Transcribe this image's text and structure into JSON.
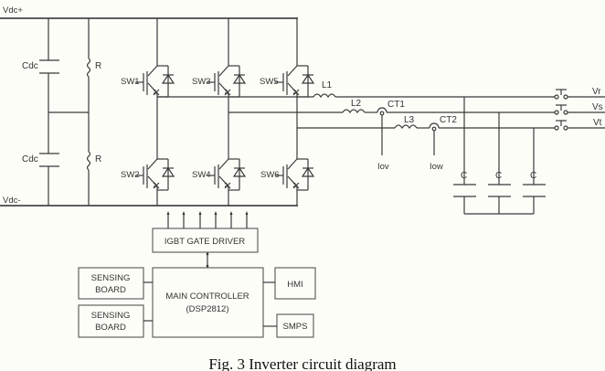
{
  "figure": {
    "caption": "Fig. 3 Inverter circuit diagram"
  },
  "dc_bus": {
    "positive_label": "Vdc+",
    "negative_label": "Vdc-",
    "capacitor_label": "Cdc",
    "resistor_label": "R"
  },
  "switches": [
    {
      "label": "SW1"
    },
    {
      "label": "SW2"
    },
    {
      "label": "SW3"
    },
    {
      "label": "SW4"
    },
    {
      "label": "SW5"
    },
    {
      "label": "SW6"
    }
  ],
  "inductors": [
    {
      "label": "L1"
    },
    {
      "label": "L2"
    },
    {
      "label": "L3"
    }
  ],
  "current_transformers": [
    {
      "label": "CT1",
      "signal": "Iov"
    },
    {
      "label": "CT2",
      "signal": "Iow"
    }
  ],
  "filter_capacitors": [
    {
      "label": "C"
    },
    {
      "label": "C"
    },
    {
      "label": "C"
    }
  ],
  "outputs": [
    {
      "label": "Vr"
    },
    {
      "label": "Vs"
    },
    {
      "label": "Vt"
    }
  ],
  "blocks": {
    "gate_driver": "IGBT GATE DRIVER",
    "main_controller_line1": "MAIN CONTROLLER",
    "main_controller_line2": "(DSP2812)",
    "sensing_board_1_line1": "SENSING",
    "sensing_board_1_line2": "BOARD",
    "sensing_board_2_line1": "SENSING",
    "sensing_board_2_line2": "BOARD",
    "hmi": "HMI",
    "smps": "SMPS"
  }
}
